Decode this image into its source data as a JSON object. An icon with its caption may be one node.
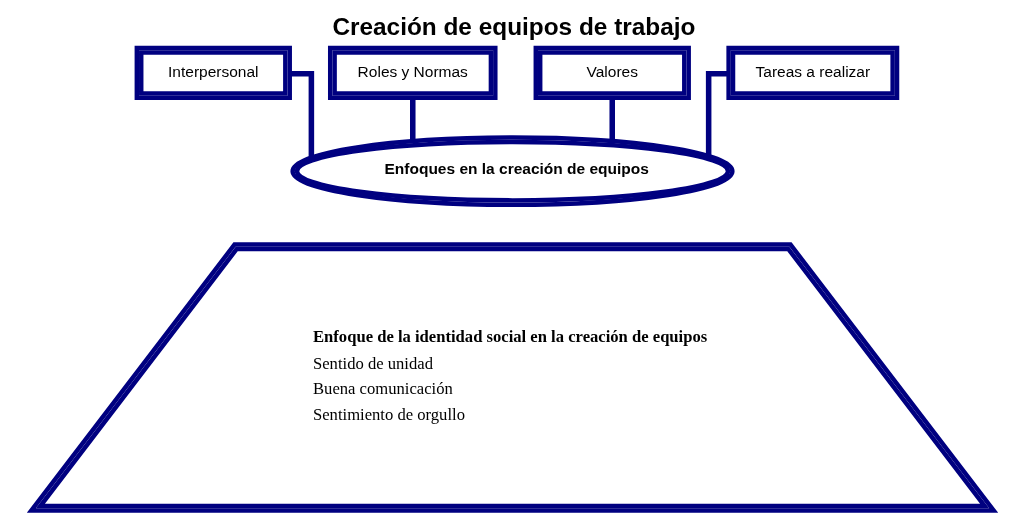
{
  "diagram": {
    "title": "Creación de equipos de trabajo",
    "nodes": [
      {
        "text": [
          "Interpersonal"
        ]
      },
      {
        "text": [
          "Roles y Normas"
        ]
      },
      {
        "text": [
          "Valores"
        ]
      },
      {
        "text": [
          "Tareas a realizar"
        ]
      },
      {
        "text": [
          "Enfoques en la creación de equipos"
        ]
      },
      {
        "text": [
          "Enfoque de la identidad social en la creación de equipos",
          "Sentido de unidad",
          "Buena comunicación",
          "Sentimiento de orgullo"
        ]
      }
    ],
    "edges": [
      {
        "from": 0,
        "to": 4,
        "arrow": "none"
      },
      {
        "from": 1,
        "to": 4,
        "arrow": "none"
      },
      {
        "from": 2,
        "to": 4,
        "arrow": "none"
      },
      {
        "from": 3,
        "to": 4,
        "arrow": "none"
      }
    ]
  }
}
